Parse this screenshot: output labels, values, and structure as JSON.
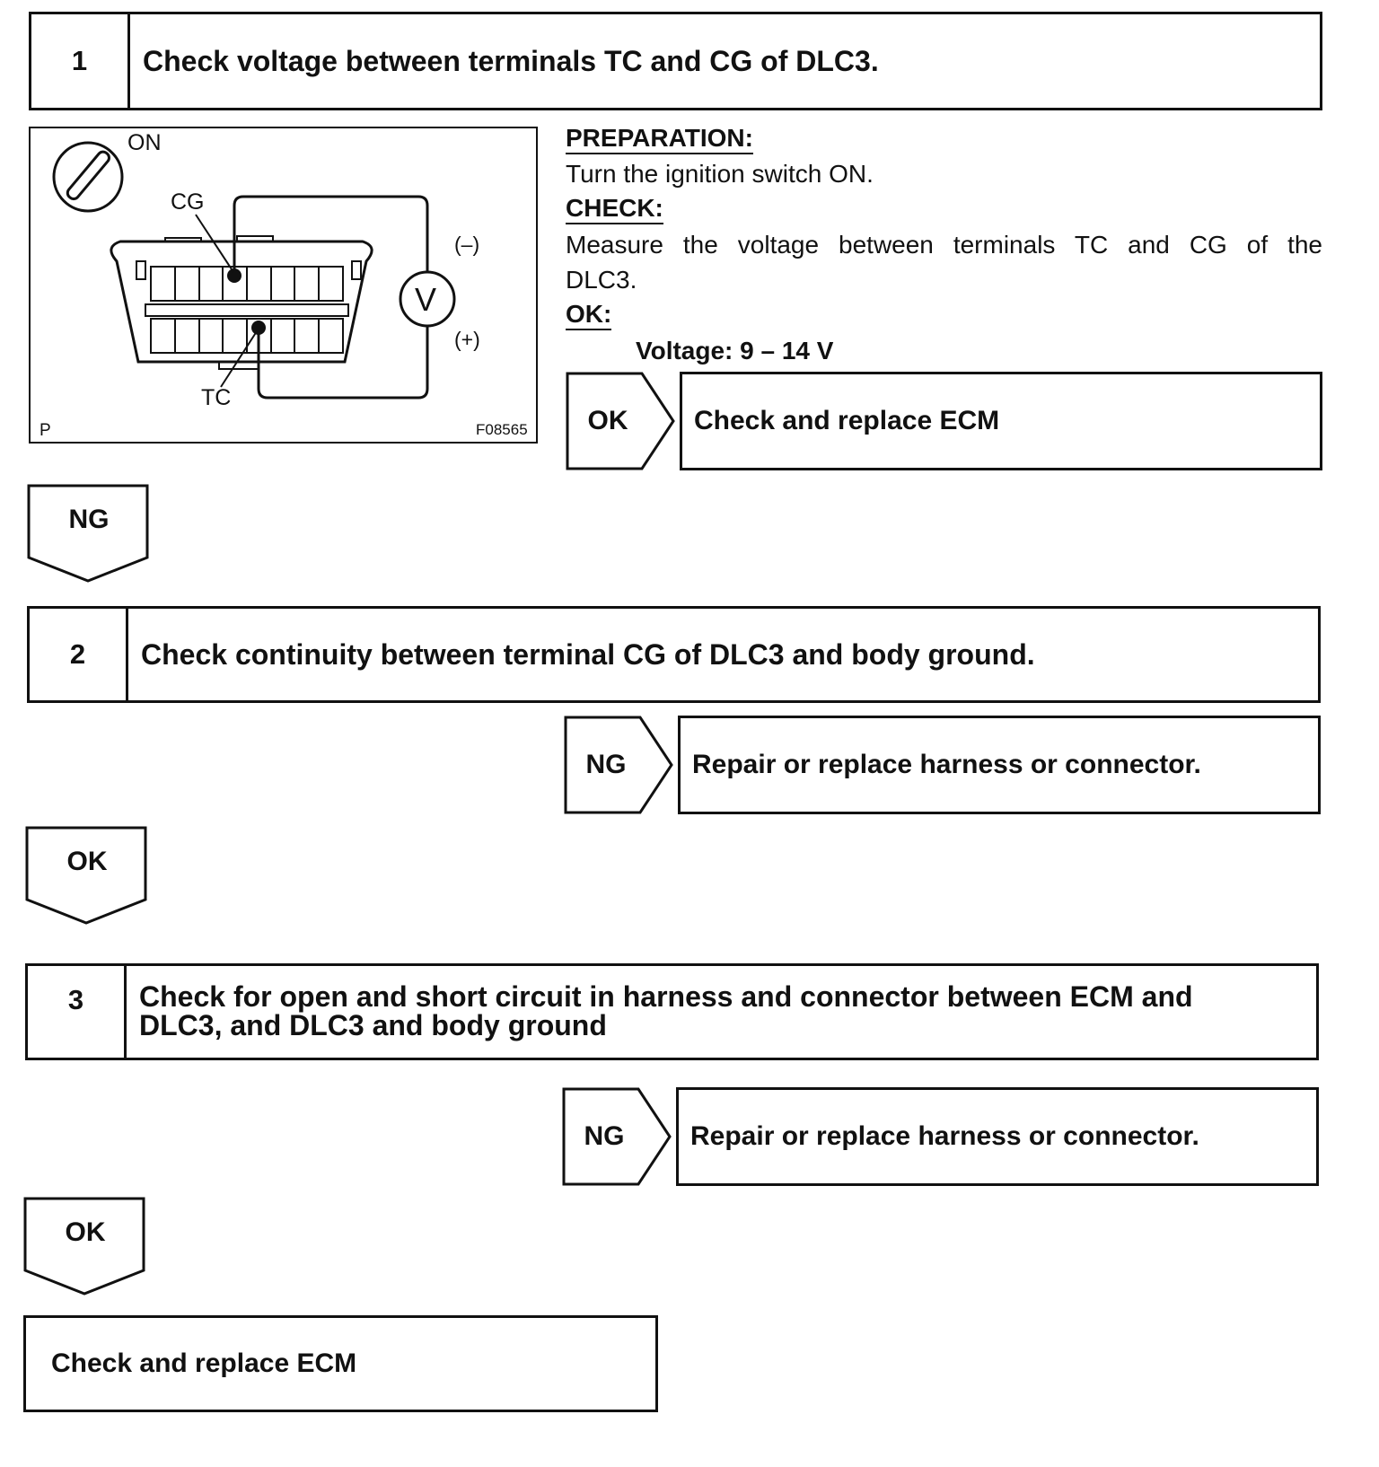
{
  "steps": [
    {
      "number": "1",
      "title": "Check voltage between terminals TC and CG of DLC3."
    },
    {
      "number": "2",
      "title": "Check continuity between terminal CG of DLC3 and body ground."
    },
    {
      "number": "3",
      "title_line1": "Check for open and short circuit in harness and connector between ECM and",
      "title_line2": "DLC3, and DLC3 and body ground"
    }
  ],
  "diagram": {
    "switch_label": "ON",
    "cg_label": "CG",
    "tc_label": "TC",
    "neg_label": "(–)",
    "pos_label": "(+)",
    "meter_label": "V",
    "corner_label": "P",
    "figure_id": "F08565"
  },
  "step1_info": {
    "preparation_heading": "PREPARATION:",
    "preparation_text": "Turn the ignition switch ON.",
    "check_heading": "CHECK:",
    "check_text_line1": "Measure the voltage between terminals TC and CG of the",
    "check_text_line2": "DLC3.",
    "ok_heading": "OK:",
    "ok_value": "Voltage: 9 – 14 V"
  },
  "results": [
    {
      "tag": "OK",
      "text": "Check and replace ECM"
    },
    {
      "tag": "NG",
      "text": "Repair or replace harness or connector."
    },
    {
      "tag": "NG",
      "text": "Repair or replace harness or connector."
    }
  ],
  "flow_tags": [
    "NG",
    "OK",
    "OK"
  ],
  "final_box": "Check and replace ECM"
}
